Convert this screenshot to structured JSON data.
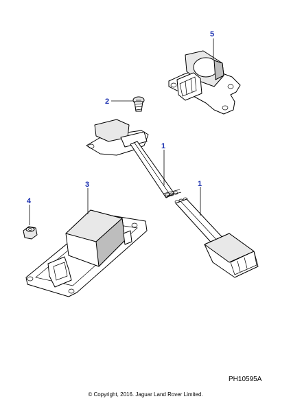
{
  "callouts": {
    "c1a": "1",
    "c1b": "1",
    "c2": "2",
    "c3": "3",
    "c4": "4",
    "c5": "5"
  },
  "reference_code": "PH10595A",
  "copyright": "© Copyright, 2016. Jaguar Land Rover Limited.",
  "colors": {
    "callout": "#1a2fb0",
    "line": "#000000",
    "background": "#ffffff"
  }
}
